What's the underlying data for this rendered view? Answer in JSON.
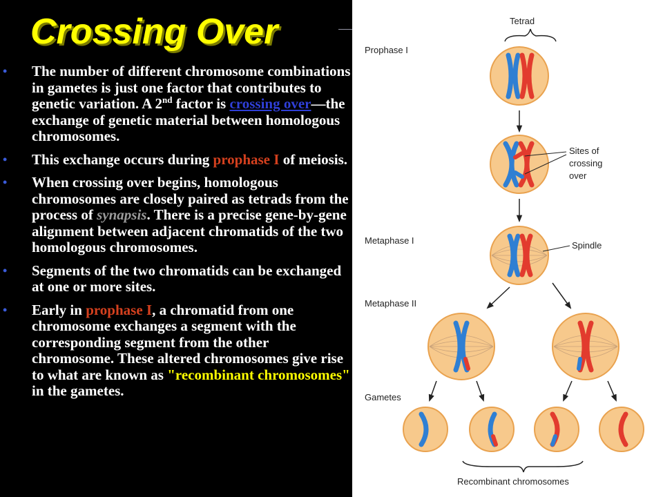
{
  "slide": {
    "title": "Crossing Over",
    "bullets": {
      "b1": {
        "t1": "The number of different chromosome combinations in gametes is just one factor that contributes to genetic variation. A 2",
        "sup": "nd",
        "t2": "  factor is ",
        "link": "crossing over",
        "t3": "—the exchange of genetic material between homologous chromosomes."
      },
      "b2": {
        "t1": "This exchange occurs during ",
        "hl": "prophase I",
        "t2": " of meiosis."
      },
      "b3": {
        "t1": "When crossing over begins, homologous chromosomes are closely paired as tetrads from the process of ",
        "hl": "synapsis",
        "t2": ". There is a precise gene-by-gene alignment between adjacent chromatids of the two homologous chromosomes."
      },
      "b4": {
        "t1": "Segments of the two chromatids can be exchanged at one or more sites."
      },
      "b5": {
        "t1": "Early in ",
        "hl": "prophase I",
        "t2": ", a chromatid from one chromosome exchanges a segment with the corresponding segment from the other chromosome. These altered chromosomes give rise to what are known as ",
        "hl2": "\"recombinant chromosomes\"",
        "t3": " in the gametes."
      }
    }
  },
  "diagram": {
    "labels": {
      "tetrad": "Tetrad",
      "prophase": "Prophase I",
      "sites1": "Sites of",
      "sites2": "crossing",
      "sites3": "over",
      "metaphase1": "Metaphase I",
      "spindle": "Spindle",
      "metaphase2": "Metaphase II",
      "gametes": "Gametes",
      "recombinant": "Recombinant chromosomes"
    },
    "colors": {
      "cell_fill": "#f7c98c",
      "cell_edge": "#e9a24f",
      "blue": "#2f7fd3",
      "red": "#e23b2e"
    }
  }
}
